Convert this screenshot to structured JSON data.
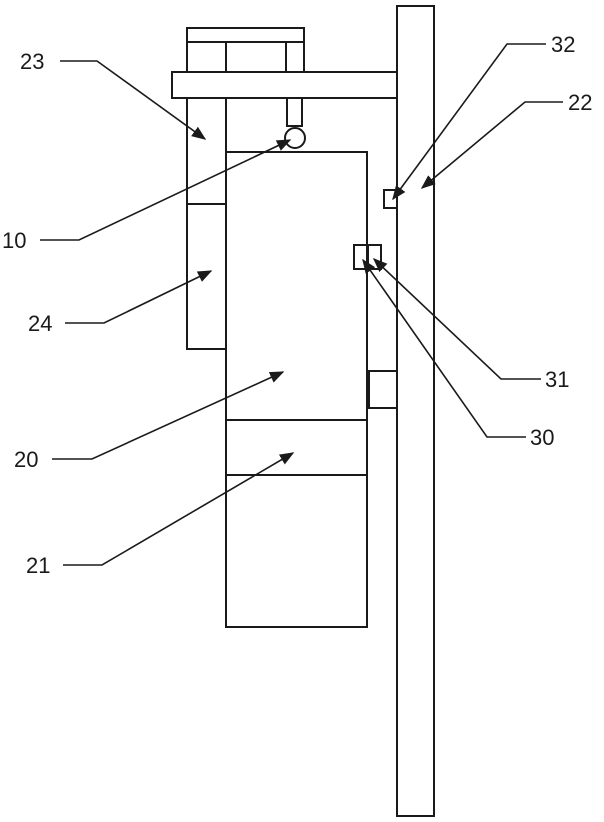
{
  "labels": {
    "ref_10": "10",
    "ref_20": "20",
    "ref_21": "21",
    "ref_22": "22",
    "ref_23": "23",
    "ref_24": "24",
    "ref_30": "30",
    "ref_31": "31",
    "ref_32": "32"
  },
  "colors": {
    "line": "#1a1a1a",
    "background": "#ffffff"
  }
}
